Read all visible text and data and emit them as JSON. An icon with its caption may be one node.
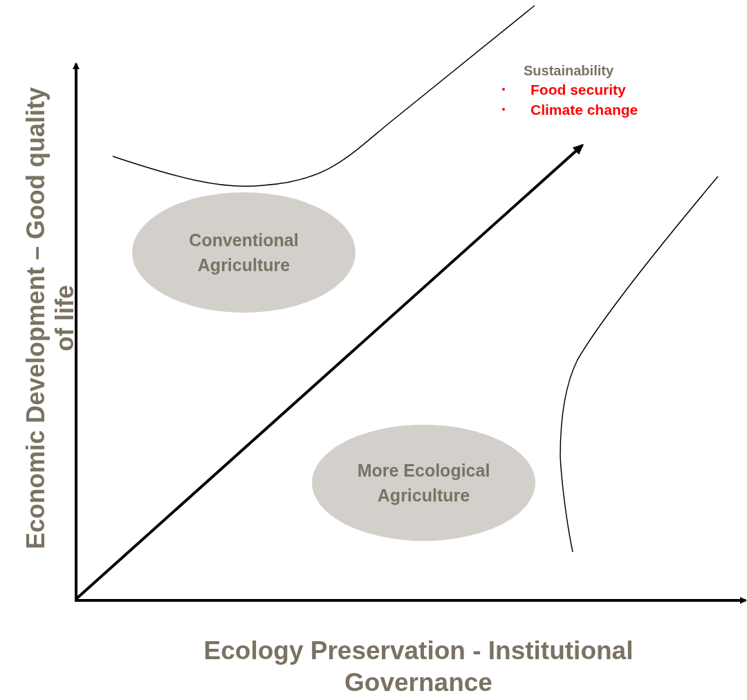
{
  "diagram": {
    "nodes": [
      {
        "text": [
          "Conventional Agriculture"
        ]
      },
      {
        "text": [
          "More Ecological Agriculture"
        ]
      }
    ],
    "labels": [
      "Sustainability",
      "Food security",
      "Climate change",
      "Economic Development – Good quality of life",
      "Ecology Preservation - Institutional Governance"
    ]
  }
}
